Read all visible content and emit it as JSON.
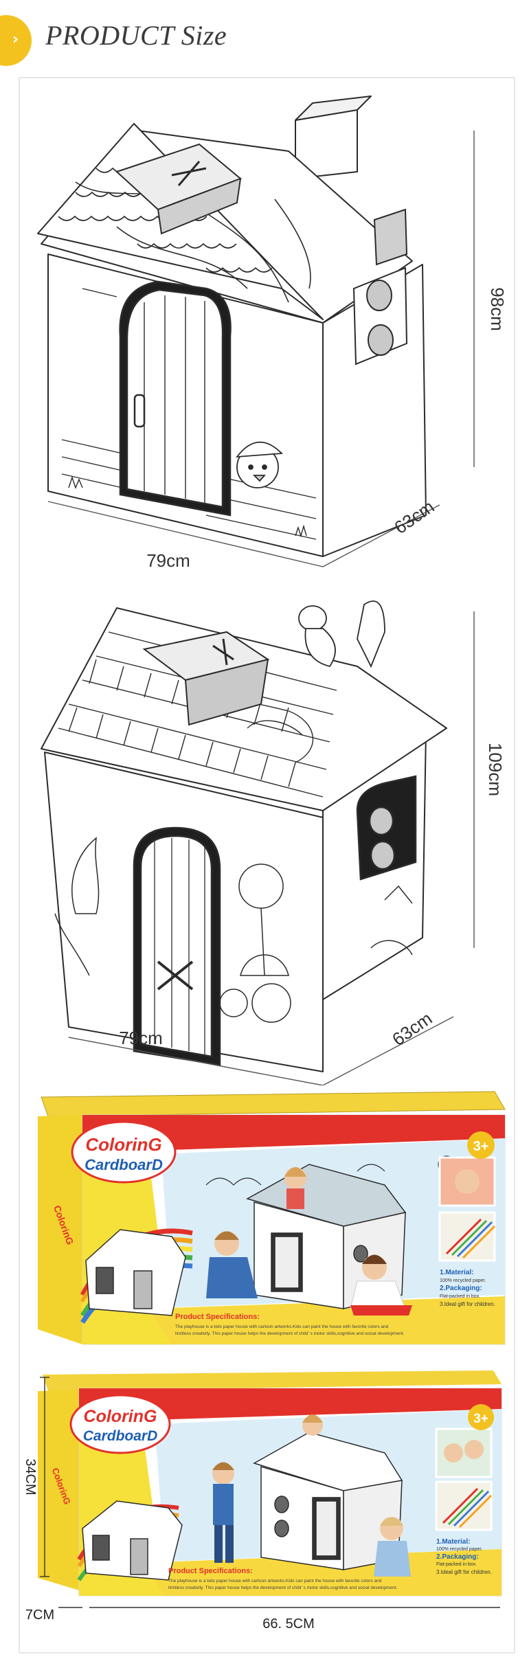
{
  "header": {
    "title": "PRODUCT Size",
    "arrow": "›",
    "icon": "chevron-right-icon",
    "accent": "#f3c21f"
  },
  "house1": {
    "width": "79cm",
    "depth": "63cm",
    "height": "98cm"
  },
  "house2": {
    "width": "79cm",
    "depth": "63cm",
    "height": "109cm"
  },
  "box1": {
    "brand_top": "ColorinG",
    "brand_bottom": "CardboarD",
    "age": "3+",
    "spec_title": "Product Specifications:",
    "spec_line1": "The playhouse is a kids paper house with cartoon artworks.Kids can paint the house with favorite colors and",
    "spec_line2": "limitless creativity. This paper house helps the development of child' s motor skills,cognitive and social development.",
    "feature1_title": "1.Material:",
    "feature1_text": "100% recycled paper.",
    "feature2_title": "2.Packaging:",
    "feature2_text": "Flat-packed in box.",
    "feature3": "3.Ideal gift for children."
  },
  "box2": {
    "brand_top": "ColorinG",
    "brand_bottom": "CardboarD",
    "age": "3+",
    "spec_title": "Product Specifications:",
    "spec_line1": "The playhouse is a kids paper house with cartoon artworks.Kids can paint the house with favorite colors and",
    "spec_line2": "limitless creativity. This paper house helps the development of child' s motor skills,cognitive and social development.",
    "feature1_title": "1.Material:",
    "feature1_text": "100% recycled paper.",
    "feature2_title": "2.Packaging:",
    "feature2_text": "Flat-packed in box.",
    "feature3": "3.Ideal gift for children.",
    "height": "34CM",
    "depth": "7CM",
    "width": "66. 5CM"
  }
}
